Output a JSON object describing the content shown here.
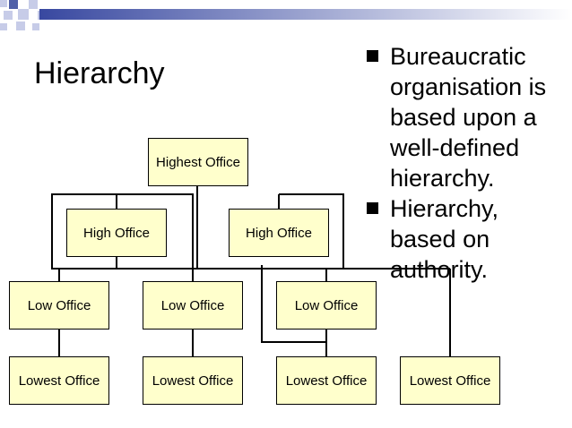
{
  "slide": {
    "title": "Hierarchy",
    "colors": {
      "node_fill": "#ffffcc",
      "decor": "#c7cce8",
      "decor_dark": "#5060a8"
    }
  },
  "org_chart": {
    "top": "Highest Office",
    "high": [
      "High Office",
      "High Office"
    ],
    "low": [
      "Low Office",
      "Low Office",
      "Low Office"
    ],
    "lowest": [
      "Lowest Office",
      "Lowest Office",
      "Lowest Office",
      "Lowest Office"
    ]
  },
  "bullets": [
    {
      "text": "Bureaucratic organisation is based upon a well-defined hierarchy.",
      "icon": "square-bullet-icon"
    },
    {
      "text": "Hierarchy, based on authority.",
      "icon": "square-bullet-icon"
    }
  ]
}
